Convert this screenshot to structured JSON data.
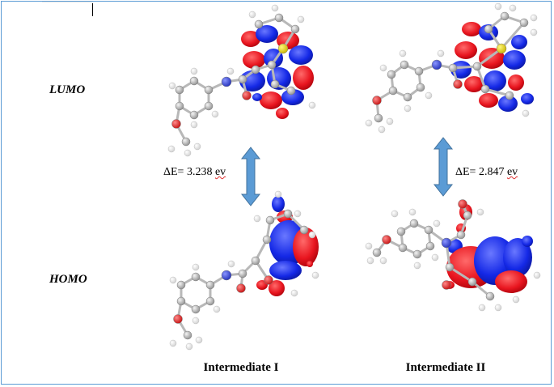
{
  "rows": {
    "lumo": "LUMO",
    "homo": "HOMO"
  },
  "columns": {
    "intermediate_1": "Intermediate I",
    "intermediate_2": "Intermediate II"
  },
  "gaps": {
    "intermediate_1": {
      "prefix": "ΔE= 3.238 ",
      "unit": "ev"
    },
    "intermediate_2": {
      "prefix": "ΔE= 2.847 ",
      "unit": "ev"
    }
  },
  "colors": {
    "frame": "#5b9bd5",
    "arrow_fill": "#5b9bd5",
    "arrow_stroke": "#41719c",
    "orbital_positive": "#e8151f",
    "orbital_negative": "#1428e6",
    "carbon": "#a7a7a7",
    "nitrogen": "#3b48d6",
    "oxygen": "#e52222",
    "sulfur": "#e8d400",
    "hydrogen": "#f2f2f2",
    "bond": "#b8b8b8"
  },
  "icons": {
    "gap_arrow": "double-headed-vertical-arrow"
  }
}
